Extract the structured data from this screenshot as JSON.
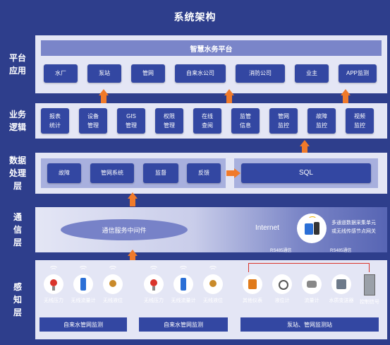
{
  "title": "系统架构",
  "layers": {
    "platform": {
      "label": "平台\n应用",
      "header": "智慧水务平台",
      "items": [
        "水厂",
        "泵站",
        "管网",
        "自来水公司",
        "消防公司",
        "业主",
        "APP监测"
      ]
    },
    "business": {
      "label": "业务\n逻辑",
      "items": [
        "报表\n统计",
        "设备\n管理",
        "GIS\n管理",
        "权限\n管理",
        "在线\n查阅",
        "监管\n信息",
        "管网\n监控",
        "故障\n监控",
        "视频\n监控"
      ]
    },
    "data": {
      "label": "数据\n处理\n层",
      "items": [
        "故障",
        "管网系统",
        "监督",
        "反馈"
      ],
      "sql": "SQL"
    },
    "comm": {
      "label": "通\n信\n层",
      "middleware": "通信服务中间件",
      "internet": "Internet",
      "gateway_text": "多通道数据采集单元\n或无线传感节点网关",
      "rs485_left": "RS485通信",
      "rs485_right": "RS485通信"
    },
    "sense": {
      "label": "感\n知\n层",
      "group1": {
        "sensors": [
          "无线压力",
          "无线流量计",
          "无线液位"
        ],
        "footer": "自来水管网监测"
      },
      "group2": {
        "sensors": [
          "无线压力",
          "无线流量计",
          "无线液位"
        ],
        "footer": "自来水管网监测"
      },
      "group3": {
        "sensors": [
          "其他仪表",
          "液位计",
          "流量计",
          "水质变送器",
          "控制信号"
        ],
        "footer": "泵站、管网监测站"
      }
    }
  },
  "colors": {
    "background": "#2e3e8c",
    "band": "#e4e6f5",
    "node": "#3347a2",
    "arrow": "#f07a2a"
  }
}
